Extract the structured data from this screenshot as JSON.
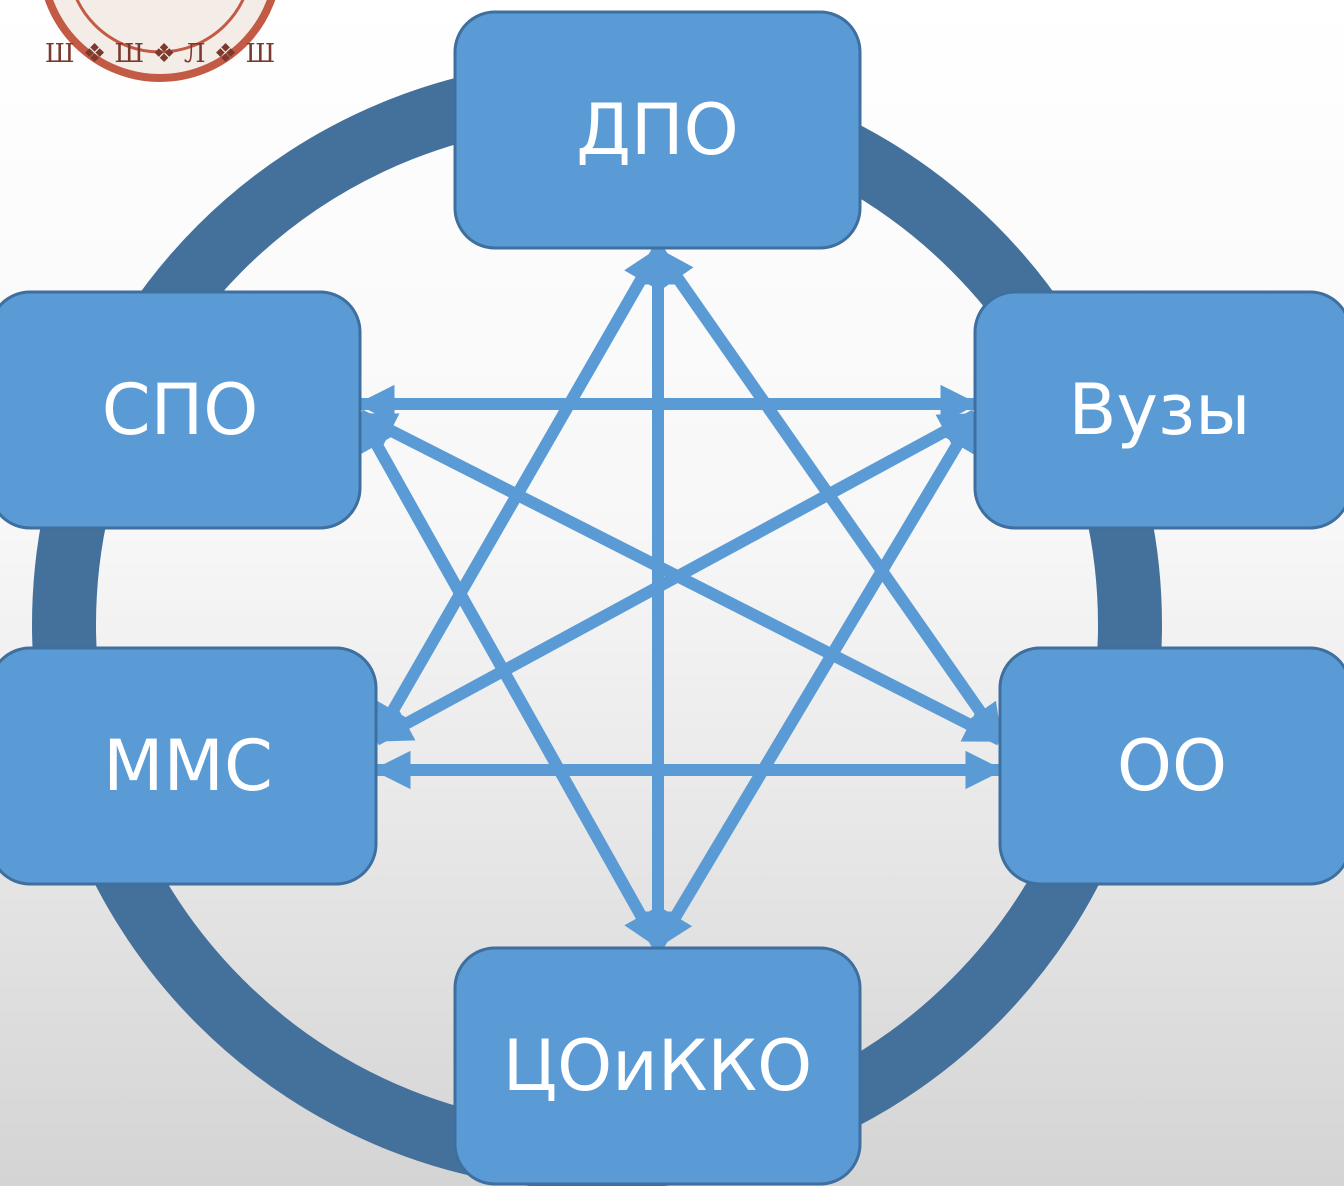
{
  "diagram": {
    "nodes": [
      {
        "id": "dpo",
        "label": "ДПО"
      },
      {
        "id": "vuzy",
        "label": "Вузы"
      },
      {
        "id": "oo",
        "label": "ОО"
      },
      {
        "id": "coikko",
        "label": "ЦОиККО"
      },
      {
        "id": "mms",
        "label": "ММС"
      },
      {
        "id": "spo",
        "label": "СПО"
      }
    ],
    "connections": [
      [
        "dpo",
        "coikko"
      ],
      [
        "dpo",
        "oo"
      ],
      [
        "dpo",
        "mms"
      ],
      [
        "spo",
        "vuzy"
      ],
      [
        "spo",
        "oo"
      ],
      [
        "spo",
        "coikko"
      ],
      [
        "vuzy",
        "mms"
      ],
      [
        "vuzy",
        "coikko"
      ],
      [
        "mms",
        "oo"
      ]
    ],
    "colors": {
      "node_fill": "#5b9bd5",
      "node_border": "#3e6f9f",
      "ring": "#44719c",
      "arrow": "#5b9bd5",
      "label": "#ffffff"
    }
  },
  "logo": {
    "description_icon": "emblem-logo",
    "glyphs": "Ш ❖ Ш ❖ Л ❖ Ш"
  }
}
